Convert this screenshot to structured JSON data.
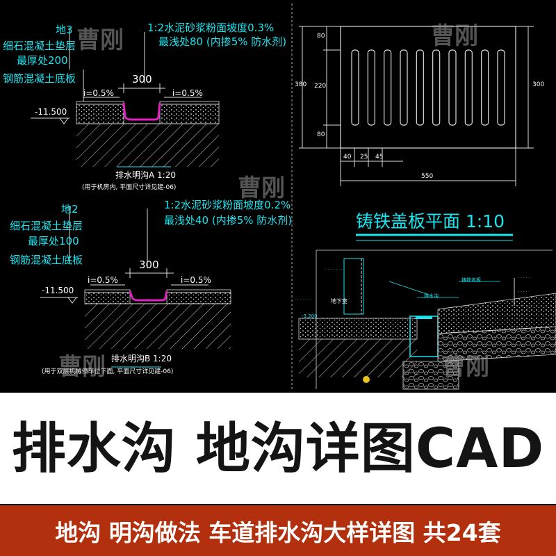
{
  "drawing": {
    "detail_a": {
      "floor": "地3",
      "layer1": "细石混凝土垫层",
      "layer1_note": "最厚处200",
      "layer2": "钢筋混凝土底板",
      "mortar": "1:2水泥砂浆粉面坡度0.3%",
      "mortar_note": "最浅处80 (内掺5% 防水剂)",
      "width": "300",
      "slope_left": "i=0.5%",
      "slope_right": "i=0.5%",
      "level": "-11.500",
      "title": "排水明沟A 1:20",
      "subtitle": "(用于机房内, 平面尺寸详见建-06)"
    },
    "detail_b": {
      "floor": "地2",
      "layer1": "细石混凝土垫层",
      "layer1_note": "最厚处100",
      "layer2": "钢筋混凝土底板",
      "mortar": "1:2水泥砂浆粉面坡度0.2%",
      "mortar_note": "最浅处40 (内掺5% 防水剂)",
      "width": "300",
      "slope_left": "i=0.5%",
      "slope_right": "i=0.5%",
      "level": "-11.500",
      "title": "排水明沟B 1:20",
      "subtitle": "(用于双层机械停车位下面, 平面尺寸详见建-06)"
    },
    "cover_plan": {
      "title": "铸铁盖板平面 1:10",
      "dim_left_total": "380",
      "dim_left_top": "80",
      "dim_left_mid": "220",
      "dim_left_bottom": "80",
      "dim_right": "300",
      "dim_bottom_total": "550",
      "dim_bottom_parts": [
        "40",
        "25",
        "45"
      ],
      "slot_count": 10
    },
    "section": {
      "label_underground": "地下室",
      "label_level": "-3.200",
      "label_cover": "铸铁盖板",
      "label_trench": "排水沟"
    }
  },
  "watermark": "曹刚",
  "banner": {
    "title": "排水沟 地沟详图CAD"
  },
  "footer": {
    "text": "地沟 明沟做法 车道排水沟大样详图 共24套"
  },
  "colors": {
    "cad_background": "#000000",
    "annotation": "#19e6f0",
    "channel": "#e020c0",
    "banner_background": "#ffffff",
    "footer_background": "#b3300e"
  }
}
